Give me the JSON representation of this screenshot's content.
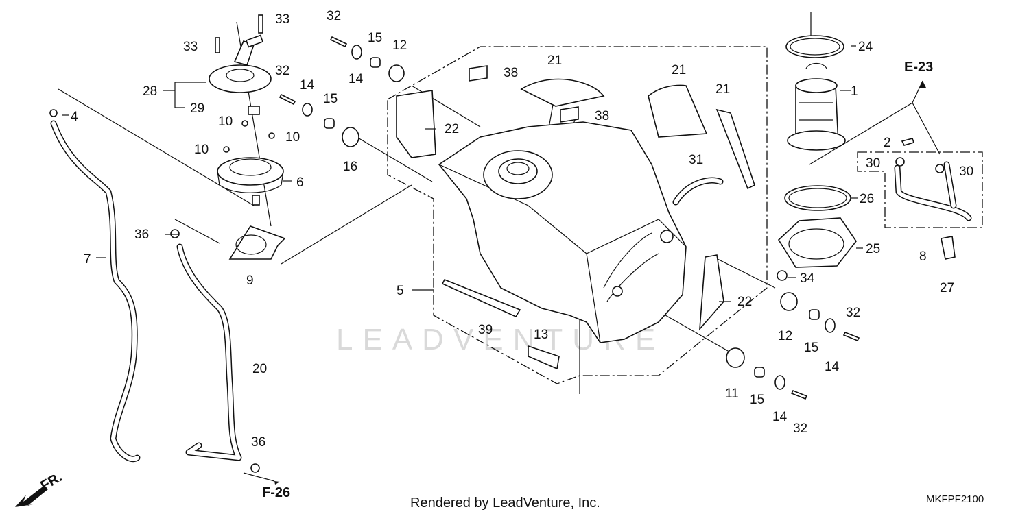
{
  "labels": {
    "l1": "1",
    "l2": "2",
    "l4": "4",
    "l5": "5",
    "l6": "6",
    "l7": "7",
    "l8": "8",
    "l9": "9",
    "l10a": "10",
    "l10b": "10",
    "l10c": "10",
    "l11": "11",
    "l12a": "12",
    "l12b": "12",
    "l13": "13",
    "l14a": "14",
    "l14b": "14",
    "l14c": "14",
    "l14d": "14",
    "l15a": "15",
    "l15b": "15",
    "l15c": "15",
    "l15d": "15",
    "l16": "16",
    "l20": "20",
    "l21a": "21",
    "l21b": "21",
    "l21c": "21",
    "l22a": "22",
    "l22b": "22",
    "l24": "24",
    "l25": "25",
    "l26": "26",
    "l27": "27",
    "l28": "28",
    "l29": "29",
    "l30a": "30",
    "l30b": "30",
    "l31": "31",
    "l32a": "32",
    "l32b": "32",
    "l32c": "32",
    "l32d": "32",
    "l33a": "33",
    "l33b": "33",
    "l34": "34",
    "l36a": "36",
    "l36b": "36",
    "l38a": "38",
    "l38b": "38",
    "l39": "39"
  },
  "refs": {
    "e23": "E-23",
    "f26": "F-26",
    "front": "FR."
  },
  "watermark": "LEADVENTURE",
  "footer": {
    "rendered_by": "Rendered by LeadVenture, Inc.",
    "code": "MKFPF2100"
  }
}
